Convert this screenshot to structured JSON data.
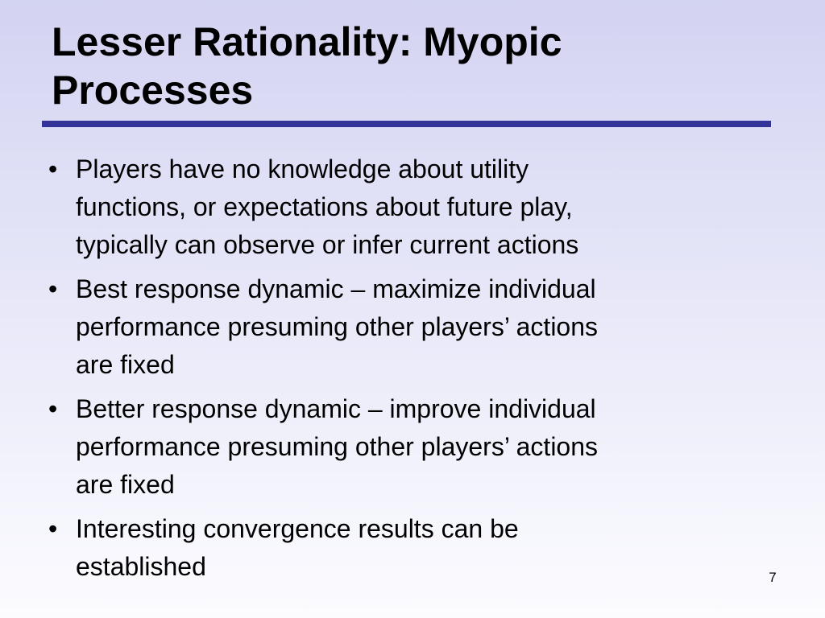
{
  "slide": {
    "title_lines": [
      "Lesser Rationality: Myopic",
      "Processes"
    ],
    "bullet_glyph": "•",
    "bullets": [
      {
        "lines": [
          "Players have no knowledge about utility",
          "functions, or expectations about future play,",
          "typically can observe or infer current actions"
        ]
      },
      {
        "lines": [
          "Best response dynamic – maximize individual",
          "performance presuming other players’ actions",
          "are fixed"
        ]
      },
      {
        "lines": [
          "Better response dynamic – improve individual",
          "performance presuming other players’ actions",
          "are fixed"
        ]
      },
      {
        "lines": [
          "Interesting convergence results can be",
          "established"
        ]
      }
    ],
    "page_number": "7",
    "colors": {
      "title_rule": "#333399",
      "background_top": "#d3d3f2",
      "background_bottom": "#fcfcff",
      "text": "#000000"
    }
  }
}
